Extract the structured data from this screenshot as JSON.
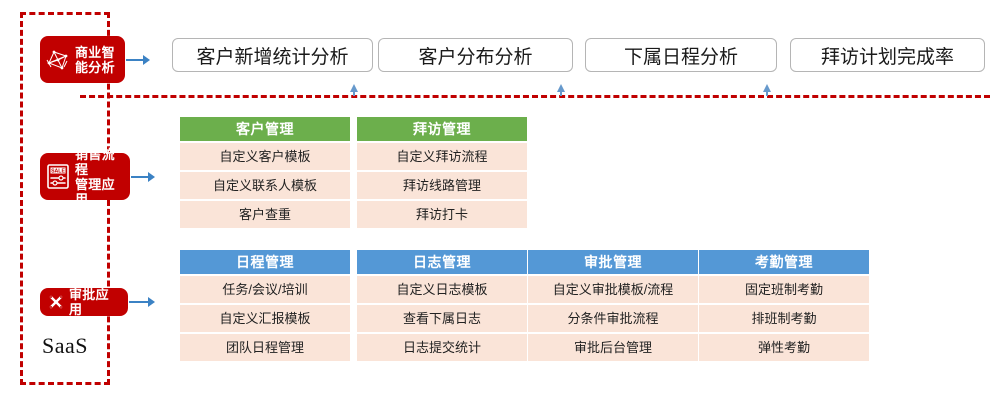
{
  "container": {
    "saas_label": "SaaS"
  },
  "badges": [
    {
      "name": "bi-badge",
      "text": "商业智\n能分析",
      "icon": "network-graph-icon",
      "color": "#C10000"
    },
    {
      "name": "sales-badge",
      "text": "销售流程\n管理应用",
      "icon": "sale-tag-icon",
      "color": "#C10000"
    },
    {
      "name": "approval-badge",
      "text": "审批应用",
      "icon": "cross-tools-icon",
      "color": "#C10000"
    }
  ],
  "top_buttons": [
    {
      "label": "客户新增统计分析"
    },
    {
      "label": "客户分布分析"
    },
    {
      "label": "下属日程分析"
    },
    {
      "label": "拜访计划完成率"
    }
  ],
  "module_rows": [
    {
      "accent": "#6CAF4C",
      "modules": [
        {
          "title": "客户管理",
          "items": [
            "自定义客户模板",
            "自定义联系人模板",
            "客户查重"
          ]
        },
        {
          "title": "拜访管理",
          "items": [
            "自定义拜访流程",
            "拜访线路管理",
            "拜访打卡"
          ]
        }
      ]
    },
    {
      "accent": "#5498D6",
      "modules": [
        {
          "title": "日程管理",
          "items": [
            "任务/会议/培训",
            "自定义汇报模板",
            "团队日程管理"
          ]
        },
        {
          "title": "日志管理",
          "items": [
            "自定义日志模板",
            "查看下属日志",
            "日志提交统计"
          ]
        },
        {
          "title": "审批管理",
          "items": [
            "自定义审批模板/流程",
            "分条件审批流程",
            "审批后台管理"
          ]
        },
        {
          "title": "考勤管理",
          "items": [
            "固定班制考勤",
            "排班制考勤",
            "弹性考勤"
          ]
        }
      ]
    }
  ],
  "colors": {
    "dashed_border": "#C00000",
    "badge_red": "#C10000",
    "green_header": "#6CAF4C",
    "blue_header": "#5498D6",
    "cell_bg": "#FAE4D8",
    "arrow_blue": "#3B82C4",
    "pill_border": "#B5B5B5"
  }
}
